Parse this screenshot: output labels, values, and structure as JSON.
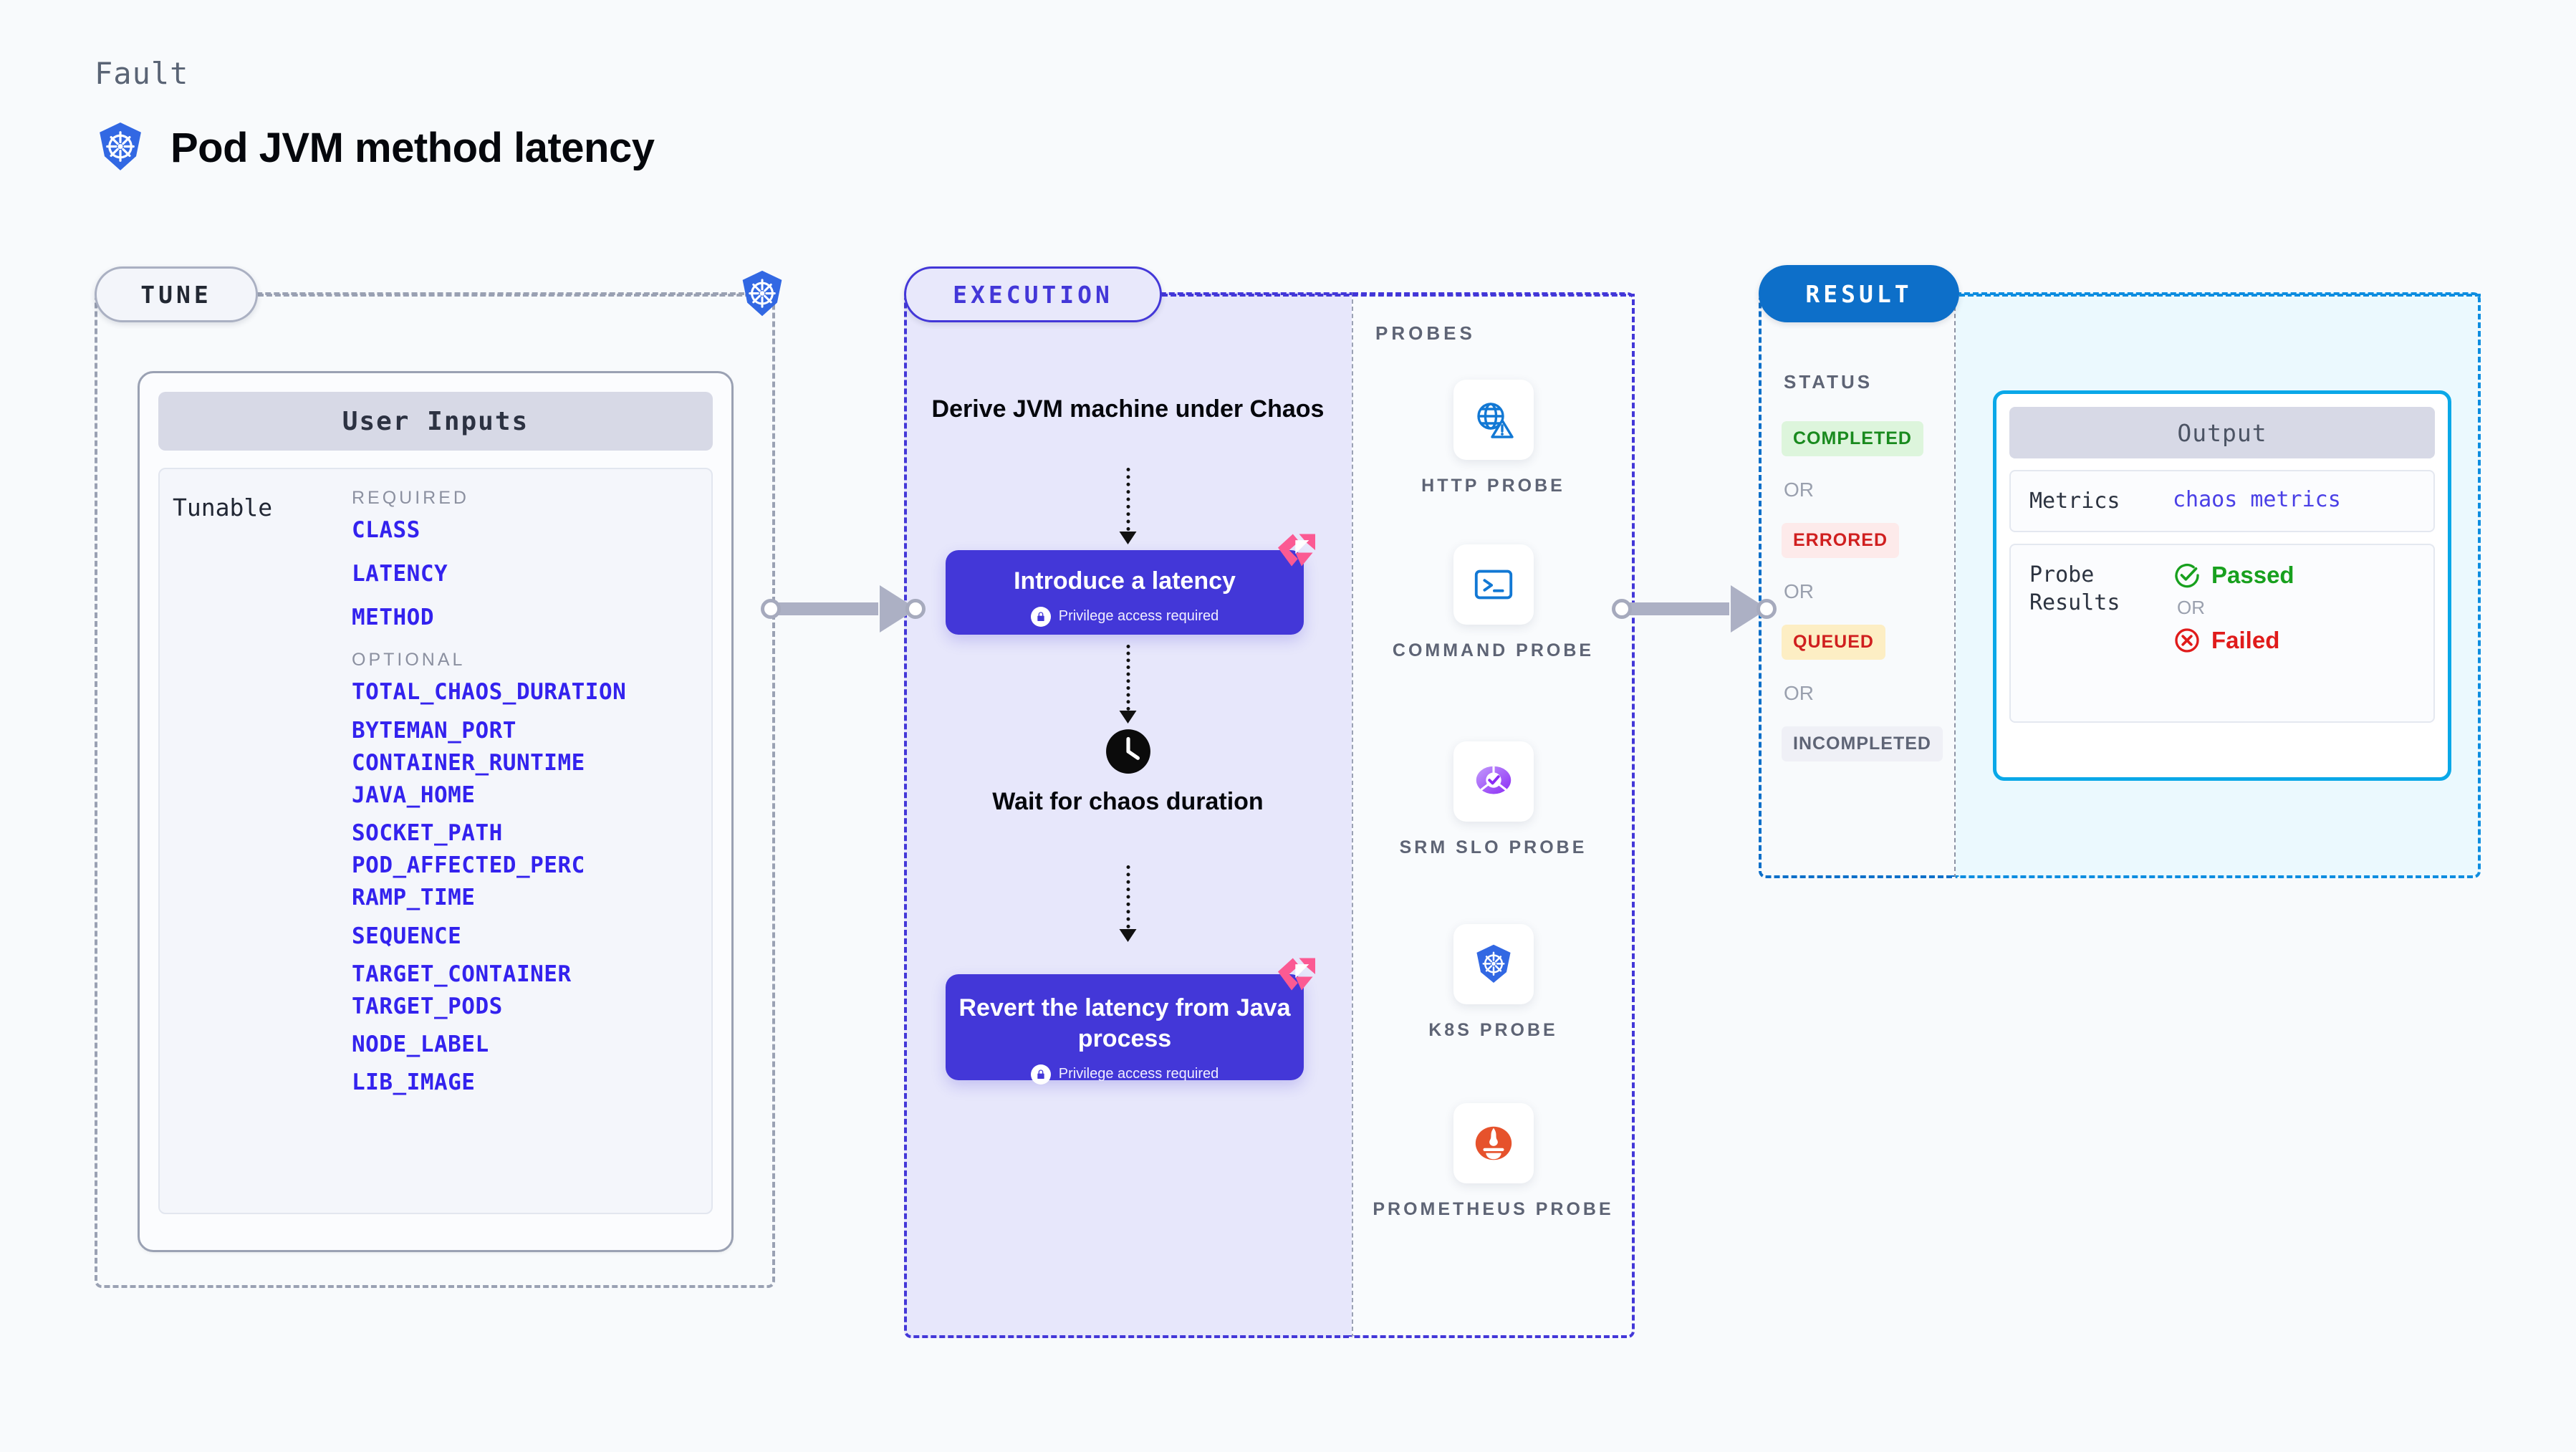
{
  "header": {
    "eyebrow": "Fault",
    "title": "Pod JVM method latency",
    "icon": "kubernetes-icon"
  },
  "tune": {
    "pill_label": "TUNE",
    "node_icon": "kubernetes-icon",
    "card": {
      "title": "User Inputs",
      "row_label": "Tunable",
      "required_label": "REQUIRED",
      "required": [
        "CLASS",
        "LATENCY",
        "METHOD"
      ],
      "optional_label": "OPTIONAL",
      "optional": [
        "TOTAL_CHAOS_DURATION",
        "BYTEMAN_PORT",
        "CONTAINER_RUNTIME",
        "JAVA_HOME",
        "SOCKET_PATH",
        "POD_AFFECTED_PERC",
        "RAMP_TIME",
        "SEQUENCE",
        "TARGET_CONTAINER",
        "TARGET_PODS",
        "NODE_LABEL",
        "LIB_IMAGE"
      ]
    }
  },
  "execution": {
    "pill_label": "EXECUTION",
    "step1_title": "Derive JVM machine under Chaos",
    "node1": {
      "title": "Introduce a latency",
      "subtitle": "Privilege access required",
      "badge_icon": "litmus-chaos-icon",
      "lock_icon": "lock-icon"
    },
    "wait_title": "Wait for chaos duration",
    "wait_icon": "clock-icon",
    "node2": {
      "title": "Revert the latency from Java process",
      "subtitle": "Privilege access required",
      "badge_icon": "litmus-chaos-icon",
      "lock_icon": "lock-icon"
    }
  },
  "probes": {
    "title": "PROBES",
    "items": [
      {
        "label": "HTTP PROBE",
        "icon": "globe-warning-icon"
      },
      {
        "label": "COMMAND PROBE",
        "icon": "terminal-icon"
      },
      {
        "label": "SRM SLO PROBE",
        "icon": "srm-slo-icon"
      },
      {
        "label": "K8S PROBE",
        "icon": "kubernetes-icon"
      },
      {
        "label": "PROMETHEUS PROBE",
        "icon": "prometheus-icon"
      }
    ]
  },
  "result": {
    "pill_label": "RESULT",
    "status_title": "STATUS",
    "or_label": "OR",
    "statuses": [
      {
        "label": "COMPLETED",
        "bg": "#ddf5dc",
        "fg": "#198a1e"
      },
      {
        "label": "ERRORED",
        "bg": "#fdeaea",
        "fg": "#d01f1f"
      },
      {
        "label": "QUEUED",
        "bg": "#fdeec4",
        "fg": "#d01f1f"
      },
      {
        "label": "INCOMPLETED",
        "bg": "#eff0f6",
        "fg": "#5e6475"
      }
    ],
    "output": {
      "title": "Output",
      "metrics_key": "Metrics",
      "metrics_value": "chaos metrics",
      "probe_key": "Probe Results",
      "passed_label": "Passed",
      "passed_icon": "check-circle-icon",
      "or_label": "OR",
      "failed_label": "Failed",
      "failed_icon": "x-circle-icon"
    }
  },
  "colors": {
    "page_bg": "#f8fafc",
    "execution_accent": "#4337d8",
    "result_accent": "#0d6fc9",
    "output_accent": "#0aa8e8",
    "param_blue": "#3322ee",
    "litmus_pink": "#fb5a93"
  }
}
